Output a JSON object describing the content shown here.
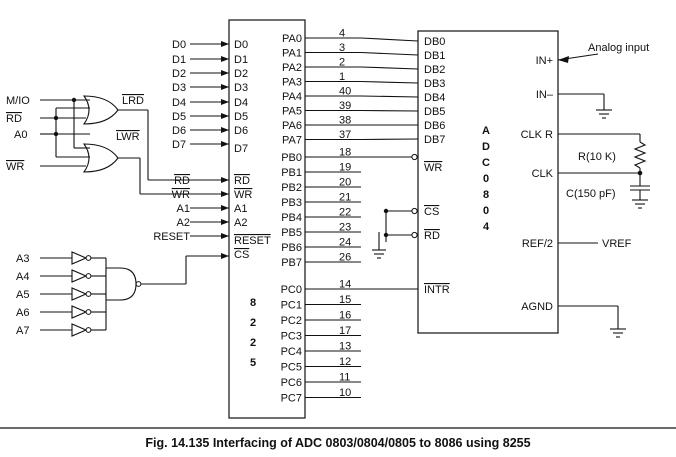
{
  "caption": "Fig. 14.135 Interfacing of ADC 0803/0804/0805 to 8086 using 8255",
  "ppi": {
    "name_chars": [
      "8",
      "2",
      "2",
      "5"
    ],
    "left_pins": [
      "D0",
      "D1",
      "D2",
      "D3",
      "D4",
      "D5",
      "D6",
      "D7",
      "RD",
      "WR",
      "A1",
      "A2",
      "RESET",
      "CS"
    ],
    "right_pins": [
      "PA0",
      "PA1",
      "PA2",
      "PA3",
      "PA4",
      "PA5",
      "PA6",
      "PA7",
      "PB0",
      "PB1",
      "PB2",
      "PB3",
      "PB4",
      "PB5",
      "PB6",
      "PB7",
      "PC0",
      "PC1",
      "PC2",
      "PC3",
      "PC4",
      "PC5",
      "PC6",
      "PC7"
    ],
    "right_pin_nums": [
      "4",
      "3",
      "2",
      "1",
      "40",
      "39",
      "38",
      "37",
      "18",
      "19",
      "20",
      "21",
      "22",
      "23",
      "24",
      "26",
      "14",
      "15",
      "16",
      "17",
      "13",
      "12",
      "11",
      "10"
    ]
  },
  "bus_labels": [
    "D0",
    "D1",
    "D2",
    "D3",
    "D4",
    "D5",
    "D6",
    "D7"
  ],
  "bus_inputs": [
    "RD",
    "WR",
    "A1",
    "A2",
    "RESET"
  ],
  "logic": {
    "inputs": [
      "M/IO",
      "RD",
      "A0",
      "WR"
    ],
    "outputs": [
      "LRD",
      "LWR"
    ],
    "decoder_inputs": [
      "A3",
      "A4",
      "A5",
      "A6",
      "A7"
    ]
  },
  "adc": {
    "name_chars": [
      "A",
      "D",
      "C",
      "0",
      "8",
      "0",
      "4"
    ],
    "left_pins": [
      "DB0",
      "DB1",
      "DB2",
      "DB3",
      "DB4",
      "DB5",
      "DB6",
      "DB7",
      "WR",
      "CS",
      "RD",
      "INTR"
    ],
    "right_pins": [
      "IN+",
      "IN–",
      "CLK R",
      "CLK",
      "REF/2",
      "AGND"
    ]
  },
  "external": {
    "analog_input": "Analog input",
    "resistor": "R(10 K)",
    "capacitor": "C(150 pF)",
    "vref": "VREF"
  }
}
